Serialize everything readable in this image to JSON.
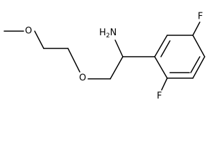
{
  "molecule": {
    "labels": {
      "methoxy_oxygen": "O",
      "ether_oxygen": "O",
      "amine": "H2N",
      "fluorine_top": "F",
      "fluorine_bottom": "F"
    },
    "amine_display": {
      "h": "H",
      "subscript": "2",
      "n": "N"
    }
  }
}
